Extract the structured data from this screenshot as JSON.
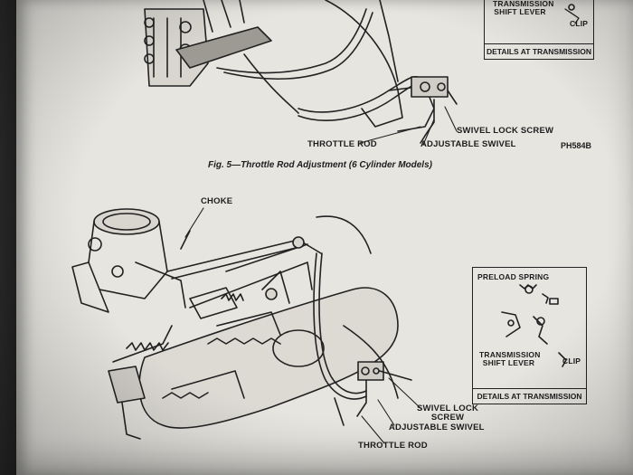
{
  "fig5": {
    "caption": "Fig. 5—Throttle Rod Adjustment (6 Cylinder Models)",
    "part_code": "PH584B",
    "labels": {
      "throttle_rod": "THROTTLE ROD",
      "adjustable_swivel": "ADJUSTABLE SWIVEL",
      "swivel_lock_screw": "SWIVEL LOCK SCREW"
    },
    "detail_box": {
      "shift_lever_line1": "TRANSMISSION",
      "shift_lever_line2": "SHIFT LEVER",
      "clip": "CLIP",
      "footer": "DETAILS AT TRANSMISSION"
    }
  },
  "fig6": {
    "labels": {
      "choke": "CHOKE",
      "swivel_lock_line1": "SWIVEL LOCK",
      "swivel_lock_line2": "SCREW",
      "adjustable_swivel": "ADJUSTABLE SWIVEL",
      "throttle_rod": "THROTTLE ROD"
    },
    "detail_box": {
      "preload_spring": "PRELOAD SPRING",
      "shift_lever_line1": "TRANSMISSION",
      "shift_lever_line2": "SHIFT LEVER",
      "clip": "CLIP",
      "footer": "DETAILS AT TRANSMISSION"
    }
  },
  "colors": {
    "paper": "#e6e5e0",
    "ink": "#1d1d1d",
    "background": "#1b1b1b"
  }
}
